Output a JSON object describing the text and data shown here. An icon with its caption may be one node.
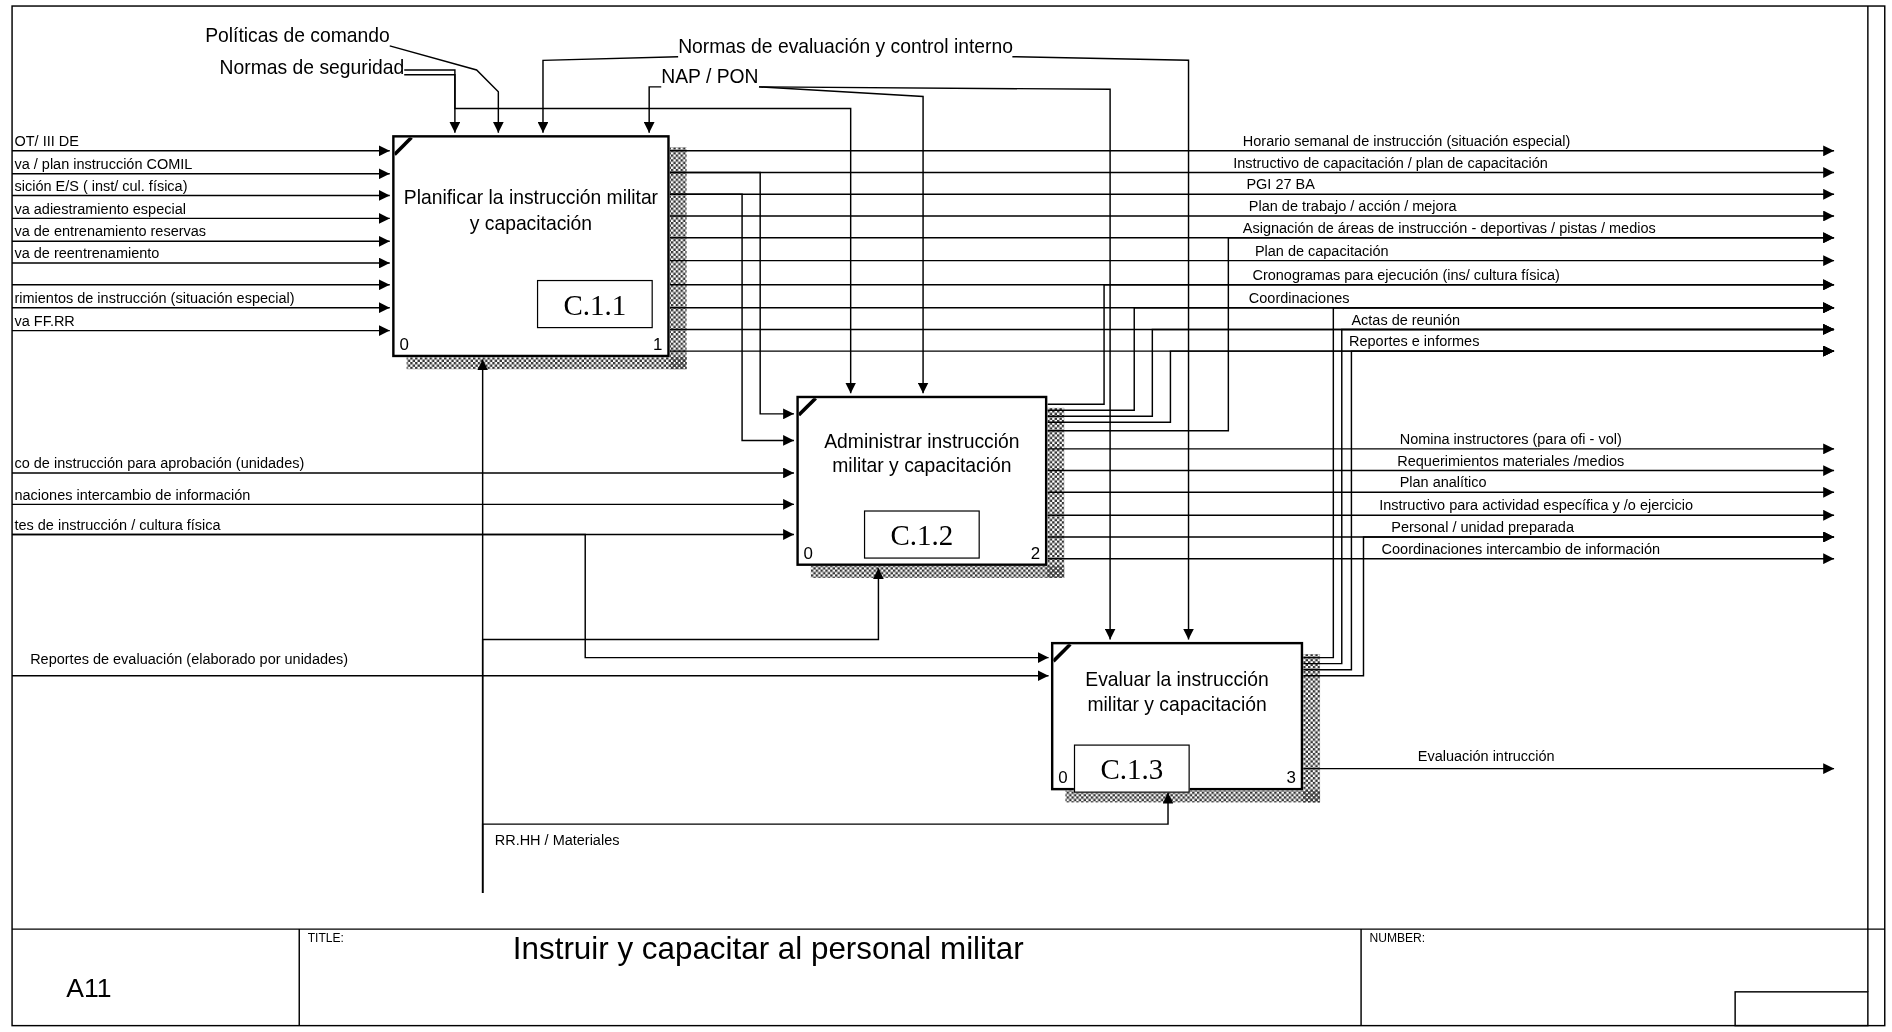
{
  "diagram": {
    "title": "Instruir y capacitar al personal militar",
    "nodes": [
      {
        "text": [
          "Políticas de comando"
        ]
      },
      {
        "text": [
          "Normas de seguridad"
        ]
      },
      {
        "text": [
          "Normas de evaluación y control interno"
        ]
      },
      {
        "text": [
          "NAP / PON"
        ]
      },
      {
        "text": [
          "Planificar la instrucción militar y capacitación",
          "C.1.1",
          "0",
          "1"
        ]
      },
      {
        "text": [
          "Administrar instrucción militar y capacitación",
          "C.1.2",
          "0",
          "2"
        ]
      },
      {
        "text": [
          "Evaluar la instrucción militar y capacitación",
          "C.1.3",
          "0",
          "3"
        ]
      }
    ],
    "edges": [
      {
        "from": null,
        "to": 4,
        "arrow": "to",
        "label": "OT/ III DE"
      },
      {
        "from": null,
        "to": 4,
        "arrow": "to",
        "label": "va / plan instrucción COMIL"
      },
      {
        "from": null,
        "to": 4,
        "arrow": "to",
        "label": "sición E/S ( inst/ cul. física)"
      },
      {
        "from": null,
        "to": 4,
        "arrow": "to",
        "label": "va adiestramiento especial"
      },
      {
        "from": null,
        "to": 4,
        "arrow": "to",
        "label": "va de entrenamiento reservas"
      },
      {
        "from": null,
        "to": 4,
        "arrow": "to",
        "label": "va de reentrenamiento"
      },
      {
        "from": null,
        "to": 4,
        "arrow": "to"
      },
      {
        "from": null,
        "to": 4,
        "arrow": "to",
        "label": "rimientos de instrucción (situación especial)"
      },
      {
        "from": null,
        "to": 4,
        "arrow": "to",
        "label": "va FF.RR"
      },
      {
        "from": 1,
        "to": 4,
        "arrow": "to"
      },
      {
        "from": 0,
        "to": 4,
        "arrow": "to"
      },
      {
        "from": 2,
        "to": 4,
        "arrow": "to"
      },
      {
        "from": 3,
        "to": 4,
        "arrow": "to"
      },
      {
        "from": 1,
        "to": 5,
        "arrow": "to"
      },
      {
        "from": 3,
        "to": 5,
        "arrow": "to"
      },
      {
        "from": 3,
        "to": 6,
        "arrow": "to"
      },
      {
        "from": 2,
        "to": 6,
        "arrow": "to"
      },
      {
        "from": null,
        "to": 4,
        "arrow": "to"
      },
      {
        "from": null,
        "to": 5,
        "arrow": "to"
      },
      {
        "from": null,
        "to": 6,
        "arrow": "to",
        "label": "RR.HH / Materiales"
      },
      {
        "from": 4,
        "to": null,
        "arrow": "to",
        "label": "Horario semanal de instrucción (situación especial)"
      },
      {
        "from": 4,
        "to": null,
        "arrow": "to",
        "label": "Instructivo de capacitación / plan de capacitación"
      },
      {
        "from": 4,
        "to": null,
        "arrow": "to",
        "label": "PGI 27 BA"
      },
      {
        "from": 4,
        "to": null,
        "arrow": "to",
        "label": "Plan de trabajo / acción / mejora"
      },
      {
        "from": 4,
        "to": null,
        "arrow": "to",
        "label": "Asignación de áreas de instrucción - deportivas / pistas / medios"
      },
      {
        "from": 4,
        "to": null,
        "arrow": "to",
        "label": "Plan de capacitación"
      },
      {
        "from": 4,
        "to": null,
        "arrow": "to",
        "label": "Cronogramas para ejecución (ins/ cultura física)"
      },
      {
        "from": 4,
        "to": null,
        "arrow": "to",
        "label": "Coordinaciones"
      },
      {
        "from": 4,
        "to": null,
        "arrow": "to",
        "label": "Actas de reunión"
      },
      {
        "from": 4,
        "to": null,
        "arrow": "to",
        "label": "Reportes e informes"
      },
      {
        "from": 4,
        "to": 5,
        "arrow": "to"
      },
      {
        "from": 4,
        "to": 5,
        "arrow": "to"
      },
      {
        "from": null,
        "to": 5,
        "arrow": "to",
        "label": "co de instrucción para aprobación (unidades)"
      },
      {
        "from": null,
        "to": 5,
        "arrow": "to",
        "label": "naciones intercambio de información"
      },
      {
        "from": null,
        "to": 5,
        "arrow": "to",
        "label": "tes de instrucción / cultura física"
      },
      {
        "from": null,
        "to": 6,
        "arrow": "to"
      },
      {
        "from": null,
        "to": 6,
        "arrow": "to",
        "label": "Reportes de evaluación (elaborado por unidades)"
      },
      {
        "from": 5,
        "to": null,
        "arrow": "to"
      },
      {
        "from": 5,
        "to": null,
        "arrow": "to"
      },
      {
        "from": 5,
        "to": null,
        "arrow": "to"
      },
      {
        "from": 5,
        "to": null,
        "arrow": "to"
      },
      {
        "from": 5,
        "to": null,
        "arrow": "to"
      },
      {
        "from": 5,
        "to": null,
        "arrow": "to",
        "label": "Nomina instructores (para ofi - vol)"
      },
      {
        "from": 5,
        "to": null,
        "arrow": "to",
        "label": "Requerimientos materiales /medios"
      },
      {
        "from": 5,
        "to": null,
        "arrow": "to",
        "label": "Plan analítico"
      },
      {
        "from": 5,
        "to": null,
        "arrow": "to",
        "label": "Instructivo para actividad específica y /o ejercicio"
      },
      {
        "from": 5,
        "to": null,
        "arrow": "to",
        "label": "Personal / unidad preparada"
      },
      {
        "from": 5,
        "to": null,
        "arrow": "to",
        "label": "Coordinaciones intercambio de información"
      },
      {
        "from": 6,
        "to": null,
        "arrow": "to"
      },
      {
        "from": 6,
        "to": null,
        "arrow": "to"
      },
      {
        "from": 6,
        "to": null,
        "arrow": "to"
      },
      {
        "from": 6,
        "to": null,
        "arrow": "to"
      },
      {
        "from": 6,
        "to": null,
        "arrow": "to",
        "label": "Evaluación intrucción"
      }
    ],
    "labels": [
      "TITLE:",
      "NUMBER:",
      "A11"
    ]
  }
}
